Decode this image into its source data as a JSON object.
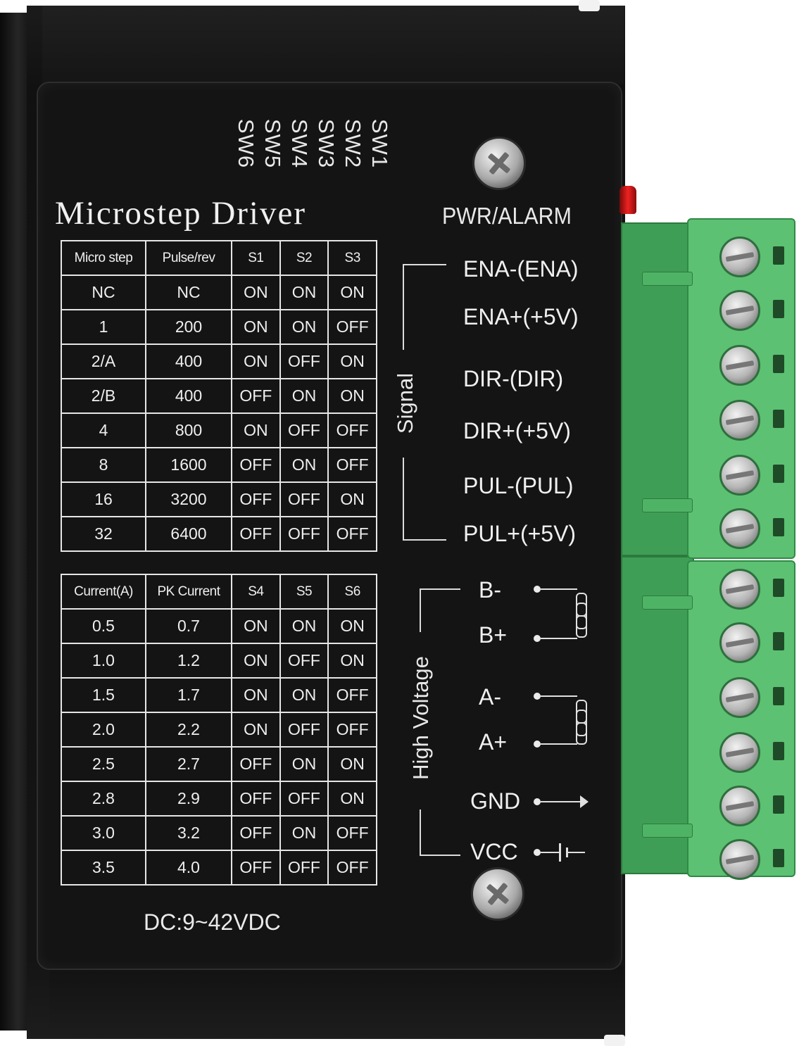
{
  "switch_labels": [
    "SW6",
    "SW5",
    "SW4",
    "SW3",
    "SW2",
    "SW1"
  ],
  "title": "Microstep Driver",
  "indicator_label": "PWR/ALARM",
  "microstep_table": {
    "headers": [
      "Micro step",
      "Pulse/rev",
      "S1",
      "S2",
      "S3"
    ],
    "rows": [
      [
        "NC",
        "NC",
        "ON",
        "ON",
        "ON"
      ],
      [
        "1",
        "200",
        "ON",
        "ON",
        "OFF"
      ],
      [
        "2/A",
        "400",
        "ON",
        "OFF",
        "ON"
      ],
      [
        "2/B",
        "400",
        "OFF",
        "ON",
        "ON"
      ],
      [
        "4",
        "800",
        "ON",
        "OFF",
        "OFF"
      ],
      [
        "8",
        "1600",
        "OFF",
        "ON",
        "OFF"
      ],
      [
        "16",
        "3200",
        "OFF",
        "OFF",
        "ON"
      ],
      [
        "32",
        "6400",
        "OFF",
        "OFF",
        "OFF"
      ]
    ]
  },
  "current_table": {
    "headers": [
      "Current(A)",
      "PK Current",
      "S4",
      "S5",
      "S6"
    ],
    "rows": [
      [
        "0.5",
        "0.7",
        "ON",
        "ON",
        "ON"
      ],
      [
        "1.0",
        "1.2",
        "ON",
        "OFF",
        "ON"
      ],
      [
        "1.5",
        "1.7",
        "ON",
        "ON",
        "OFF"
      ],
      [
        "2.0",
        "2.2",
        "ON",
        "OFF",
        "OFF"
      ],
      [
        "2.5",
        "2.7",
        "OFF",
        "ON",
        "ON"
      ],
      [
        "2.8",
        "2.9",
        "OFF",
        "OFF",
        "ON"
      ],
      [
        "3.0",
        "3.2",
        "OFF",
        "ON",
        "OFF"
      ],
      [
        "3.5",
        "4.0",
        "OFF",
        "OFF",
        "OFF"
      ]
    ]
  },
  "signal_group_label": "Signal",
  "signal_terminals": [
    "ENA-(ENA)",
    "ENA+(+5V)",
    "DIR-(DIR)",
    "DIR+(+5V)",
    "PUL-(PUL)",
    "PUL+(+5V)"
  ],
  "hv_group_label": "High Voltage",
  "hv_terminals": [
    "B-",
    "B+",
    "A-",
    "A+",
    "GND",
    "VCC"
  ],
  "supply_label": "DC:9~42VDC"
}
